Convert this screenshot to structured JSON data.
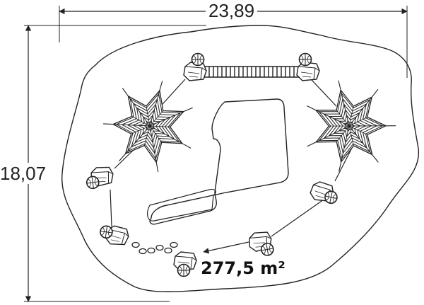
{
  "dimensions": {
    "width": "23,89",
    "height": "18,07"
  },
  "area": "277,5 m²",
  "colors": {
    "line": "#222222",
    "fill": "#ffffff",
    "background": "#ffffff"
  }
}
